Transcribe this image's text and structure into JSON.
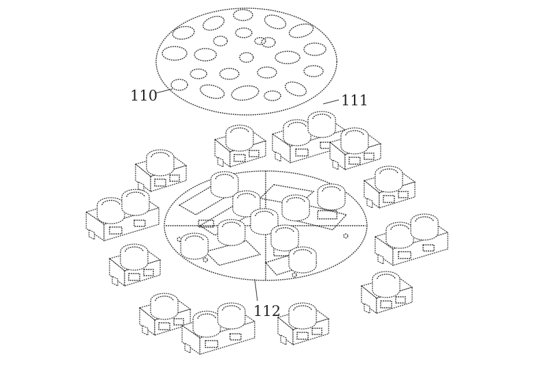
{
  "figure": {
    "labels": {
      "upper_plate": "110",
      "module": "111",
      "lower_plate": "112"
    },
    "stroke_color": "#333333",
    "background": "#ffffff"
  }
}
